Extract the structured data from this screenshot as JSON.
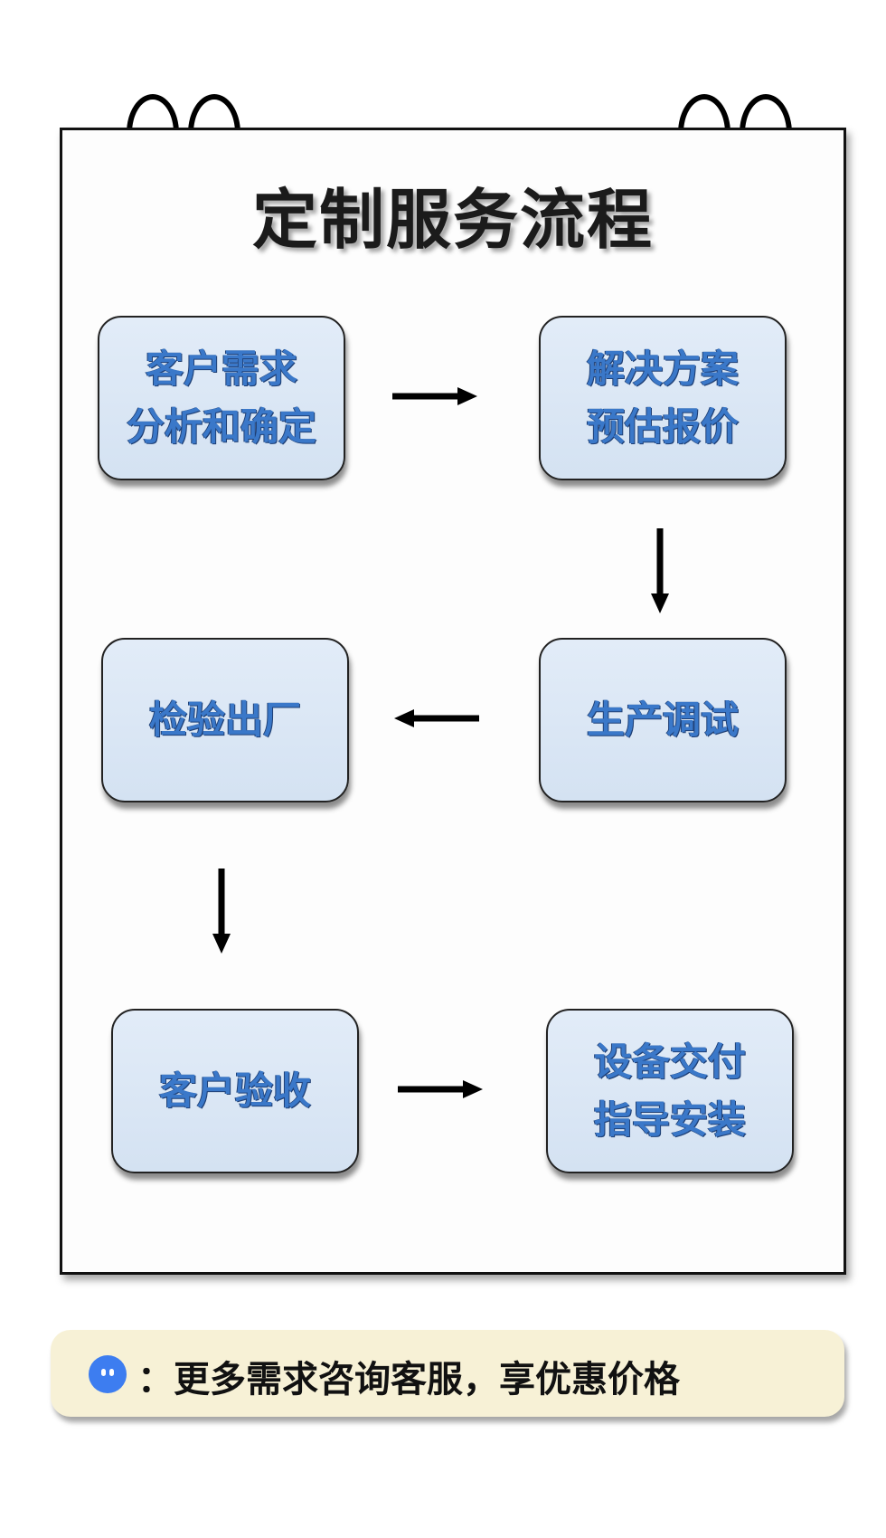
{
  "title": "定制服务流程",
  "steps": [
    {
      "lines": [
        "客户需求",
        "分析和确定"
      ]
    },
    {
      "lines": [
        "解决方案",
        "预估报价"
      ]
    },
    {
      "lines": [
        "生产调试"
      ]
    },
    {
      "lines": [
        "检验出厂"
      ]
    },
    {
      "lines": [
        "客户验收"
      ]
    },
    {
      "lines": [
        "设备交付",
        "指导安装"
      ]
    }
  ],
  "notice": {
    "icon": "customer-service-bot-icon",
    "text": "：更多需求咨询客服，享优惠价格"
  },
  "colors": {
    "step_fill": "#dce7f5",
    "step_text": "#3a78c9",
    "notice_bg": "#f7f1d6",
    "icon": "#3d7df0"
  }
}
